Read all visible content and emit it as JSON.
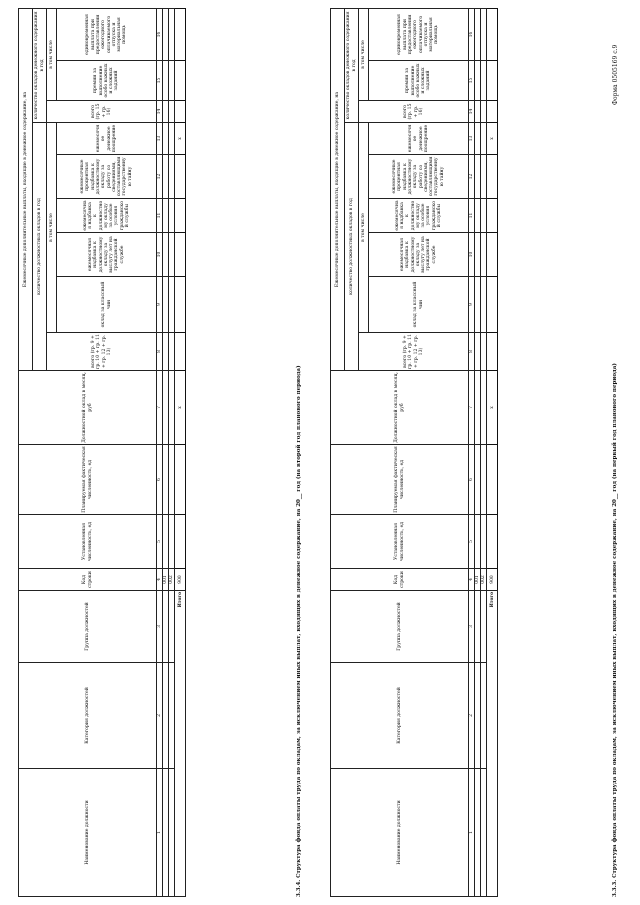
{
  "form_id": "Форма 0505169 с.9",
  "tables": [
    {
      "caption": "3.3.3. Структура фонда оплаты труда по окладам, за исключением иных выплат, входящих в денежное содержание, на 20__ год (на первый год планового периода)",
      "caption_extra": "Ежемесячные дополнительные выплаты, входящие в денежное содержание, на",
      "rows": [
        {
          "code": "001",
          "vals": [
            "",
            "",
            "",
            "",
            "",
            "",
            "",
            "",
            "",
            "",
            ""
          ]
        },
        {
          "code": "002",
          "vals": [
            "",
            "",
            "",
            "",
            "",
            "",
            "",
            "",
            "",
            "",
            ""
          ]
        }
      ],
      "total": {
        "label": "Итого",
        "code": "900",
        "vals": [
          "",
          "",
          "x",
          "",
          "",
          "",
          "",
          "",
          "x",
          "",
          ""
        ]
      }
    },
    {
      "caption": "3.3.4. Структура фонда оплаты труда по окладам, за исключением иных выплат, входящих в денежное содержание, на 20__ год (на второй год планового периода)",
      "caption_extra": "Ежемесячные дополнительные выплаты, входящие в денежное содержание, на",
      "rows": [
        {
          "code": "001",
          "vals": [
            "",
            "",
            "",
            "",
            "",
            "",
            "",
            "",
            "",
            "",
            ""
          ]
        },
        {
          "code": "002",
          "vals": [
            "",
            "",
            "",
            "",
            "",
            "",
            "",
            "",
            "",
            "",
            ""
          ]
        }
      ],
      "total": {
        "label": "Итого",
        "code": "900",
        "vals": [
          "",
          "",
          "x",
          "",
          "",
          "",
          "",
          "",
          "x",
          "",
          ""
        ]
      }
    }
  ],
  "headers": {
    "col1": "Наименование должности",
    "col2": "Категория должностей",
    "col3": "Группа должностей",
    "col4": "Код строки",
    "col5": "Установленная численность, ед",
    "col6": "Планируемая фактическая численность, ед",
    "col7": "Должностной оклад в месяц, руб",
    "group_main": "Ежемесячные дополнительные выплаты, входящие в денежное содержание, на",
    "group_a": "количество должностных окладов в год",
    "group_b": "количество окладов денежного содержания в год",
    "in_that": "в том числе",
    "col8": "всего (гр. 9 + гр. 10 + гр. 11 + гр. 12 + гр. 13)",
    "col9": "оклад за классный чин",
    "col10": "ежемесячная надбавка к должностному окладу за выслугу лет на гражданской службе",
    "col11": "ежемесячная надбавка к должностному окладу за особые условия гражданской службы",
    "col12": "ежемесячные процентная надбавка к должностному окладу за работу со сведениями, составляющими государственную тайну",
    "col13": "ежемесячное денежное поощрение",
    "col14": "всего (гр. 15 + гр. 16)",
    "col15": "премии за выполнение особо важных и сложных заданий",
    "col16": "единовременная выплата при предоставлении ежегодного оплачиваемого отпуска и материальная помощь"
  },
  "col_numbers": [
    "1",
    "2",
    "3",
    "4",
    "5",
    "6",
    "7",
    "8",
    "9",
    "10",
    "11",
    "12",
    "13",
    "14",
    "15",
    "16"
  ]
}
